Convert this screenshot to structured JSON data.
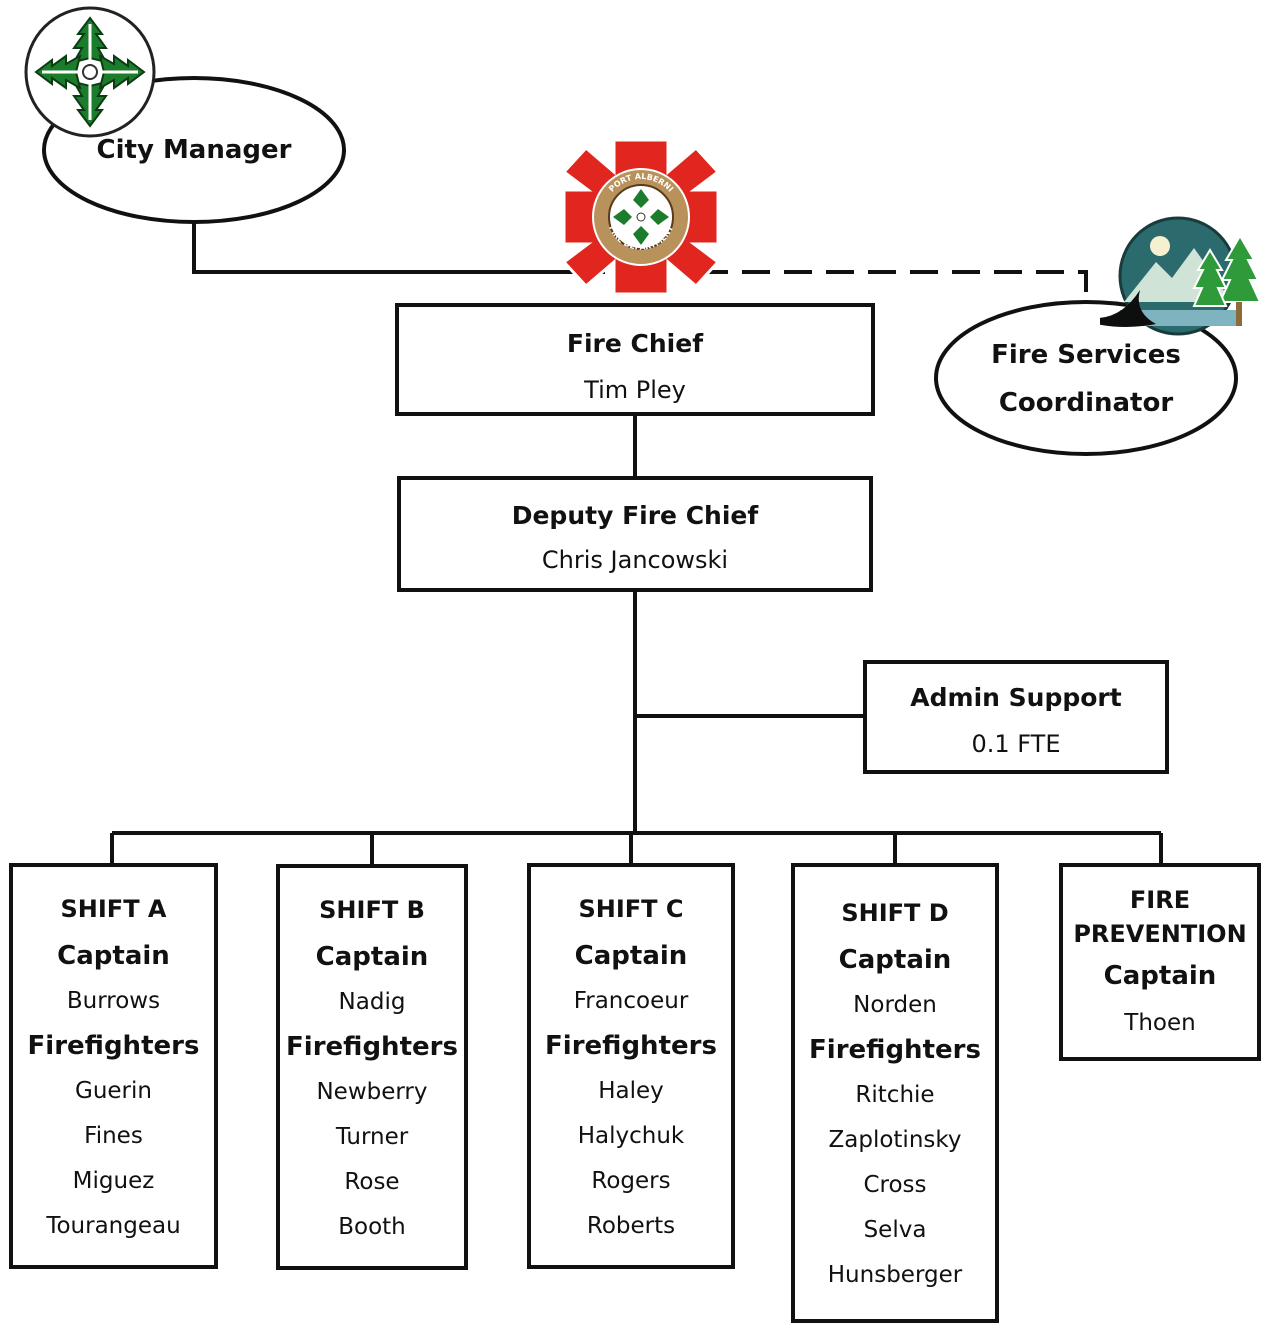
{
  "city_manager": {
    "label": "City Manager"
  },
  "fire_chief": {
    "title": "Fire Chief",
    "name": "Tim Pley"
  },
  "fire_services_coordinator": {
    "line1": "Fire Services",
    "line2": "Coordinator"
  },
  "deputy_fire_chief": {
    "title": "Deputy Fire Chief",
    "name": "Chris Jancowski"
  },
  "admin_support": {
    "title": "Admin Support",
    "value": "0.1 FTE"
  },
  "shift_a": {
    "title": "SHIFT A",
    "captain_label": "Captain",
    "captain": "Burrows",
    "ff_label": "Firefighters",
    "firefighters": [
      "Guerin",
      "Fines",
      "Miguez",
      "Tourangeau"
    ]
  },
  "shift_b": {
    "title": "SHIFT B",
    "captain_label": "Captain",
    "captain": "Nadig",
    "ff_label": "Firefighters",
    "firefighters": [
      "Newberry",
      "Turner",
      "Rose",
      "Booth"
    ]
  },
  "shift_c": {
    "title": "SHIFT C",
    "captain_label": "Captain",
    "captain": "Francoeur",
    "ff_label": "Firefighters",
    "firefighters": [
      "Haley",
      "Halychuk",
      "Rogers",
      "Roberts"
    ]
  },
  "shift_d": {
    "title": "SHIFT D",
    "captain_label": "Captain",
    "captain": "Norden",
    "ff_label": "Firefighters",
    "firefighters": [
      "Ritchie",
      "Zaplotinsky",
      "Cross",
      "Selva",
      "Hunsberger"
    ]
  },
  "fire_prevention": {
    "title_line1": "FIRE",
    "title_line2": "PREVENTION",
    "captain_label": "Captain",
    "captain": "Thoen"
  },
  "fire_dept_seal": {
    "ring_text_top": "PORT ALBERNI",
    "ring_text_bottom": "FIRE DEPARTMENT"
  },
  "colors": {
    "line": "#111111",
    "seal_red": "#e0261f",
    "seal_gold": "#b8925a",
    "leaf_green": "#1b7d2c",
    "coordinator_logo_teal": "#2b6b6e",
    "coordinator_logo_green": "#2e9a3a"
  },
  "icons": [
    "city-logo-icon",
    "fire-department-seal-icon",
    "regional-district-logo-icon"
  ]
}
